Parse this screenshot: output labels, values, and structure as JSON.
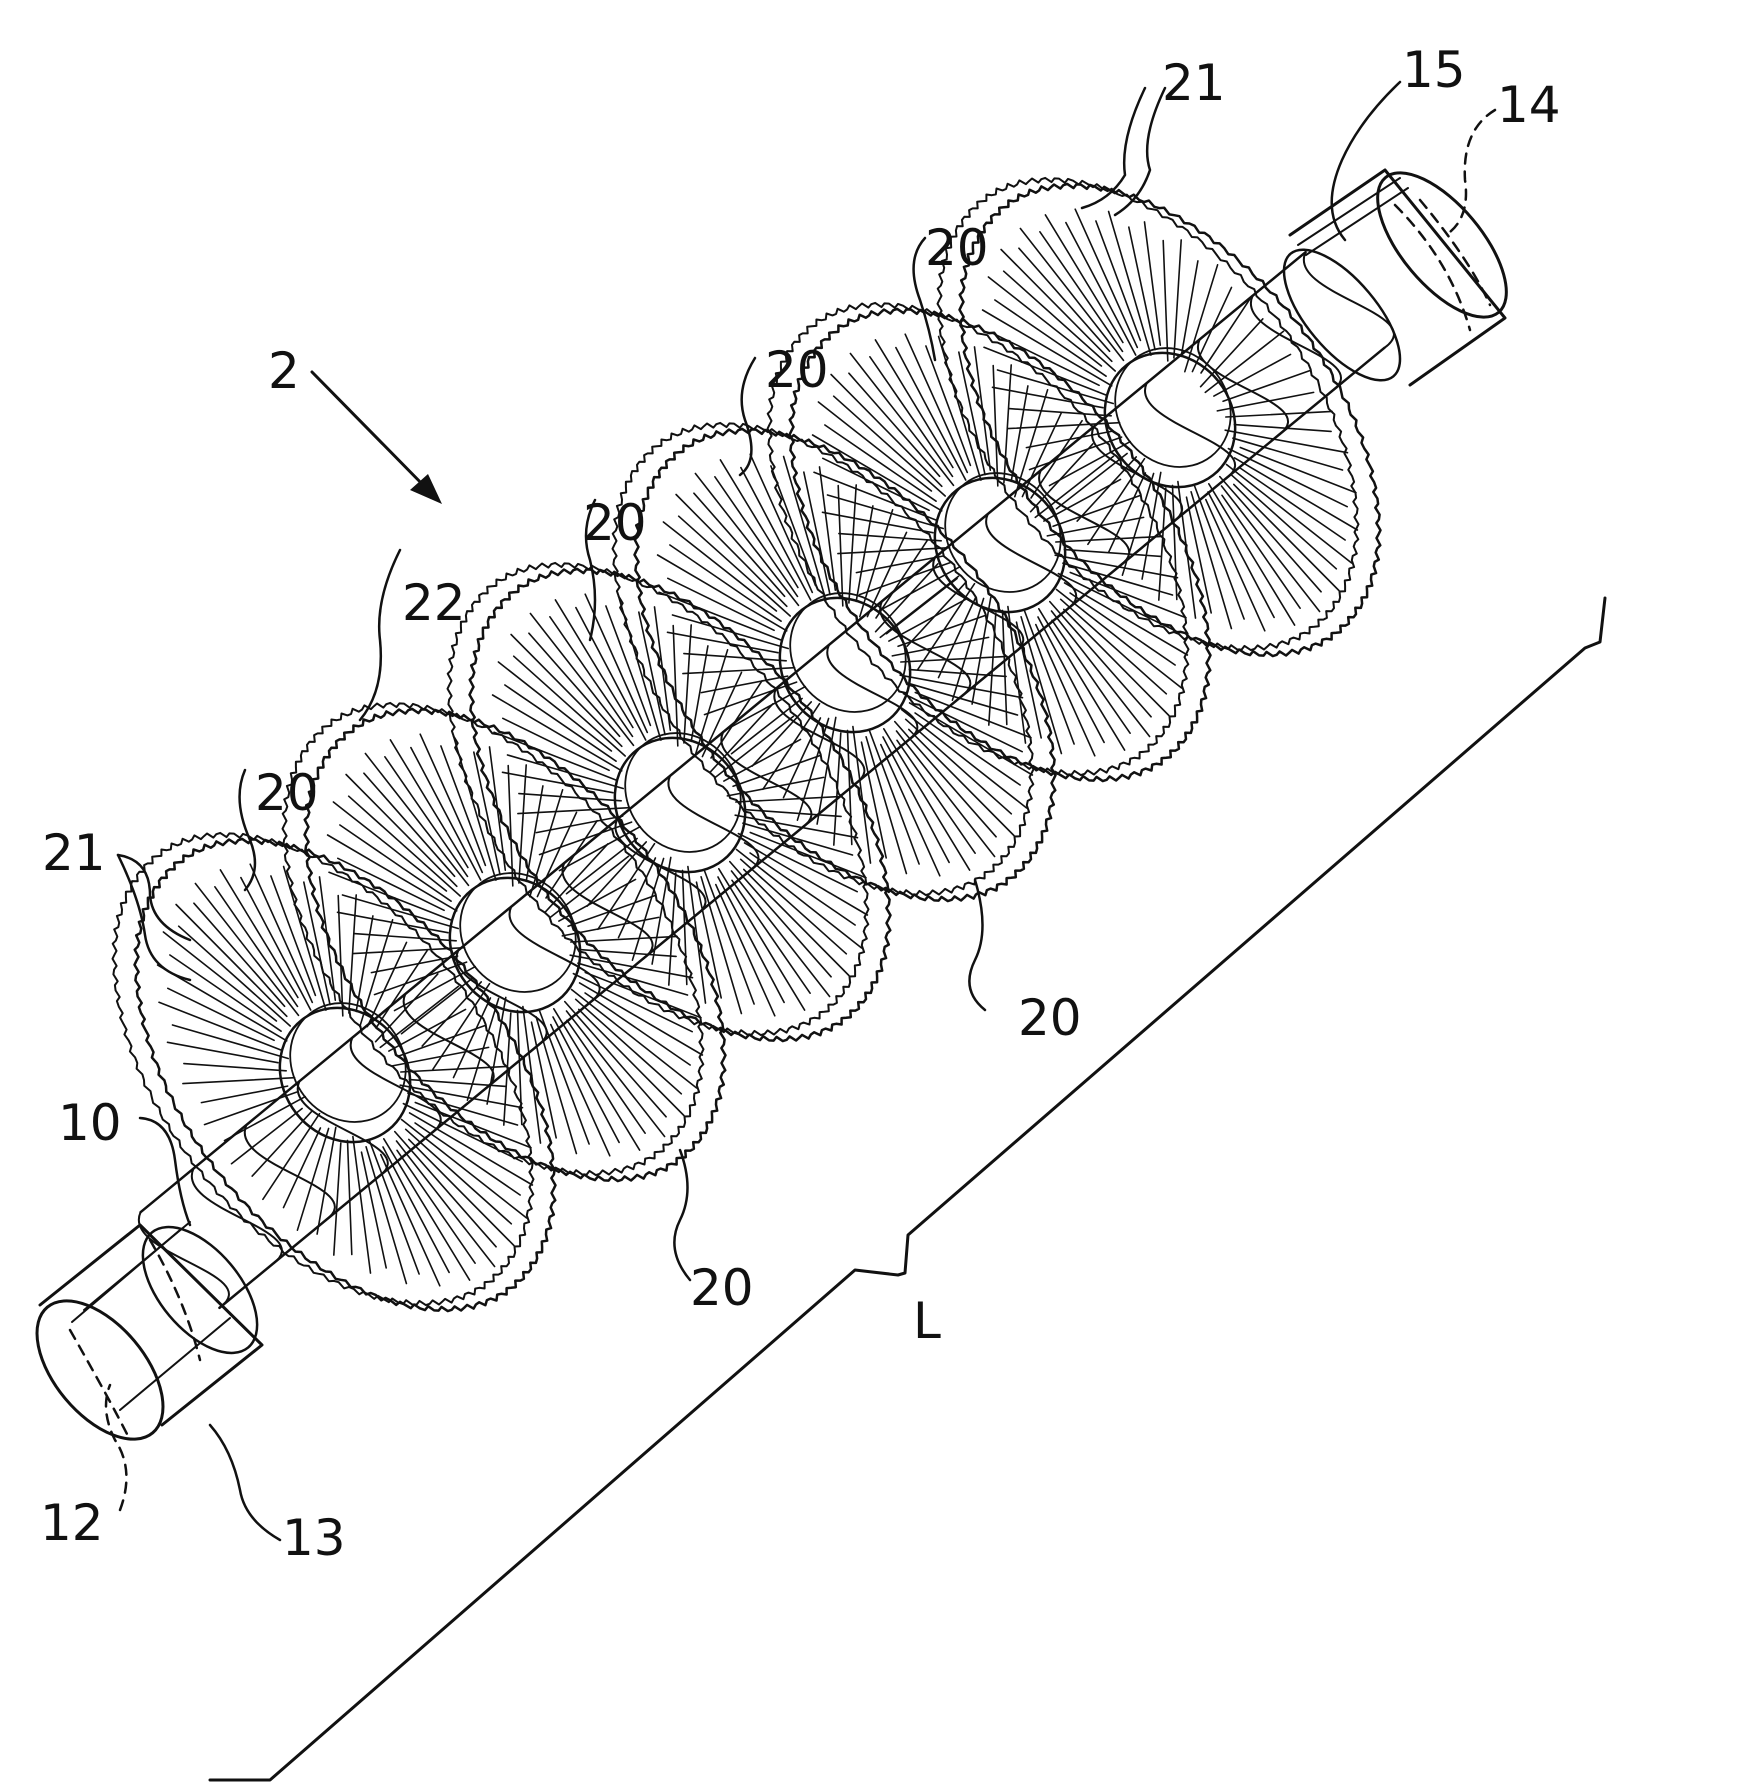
{
  "figure": {
    "ref_labels": {
      "assembly": "2",
      "disk": "20",
      "disk_edge": "21",
      "gap": "22",
      "core": "10",
      "bore_left": "12",
      "end_left": "13",
      "bore_right": "14",
      "end_right": "15",
      "length": "L"
    }
  }
}
